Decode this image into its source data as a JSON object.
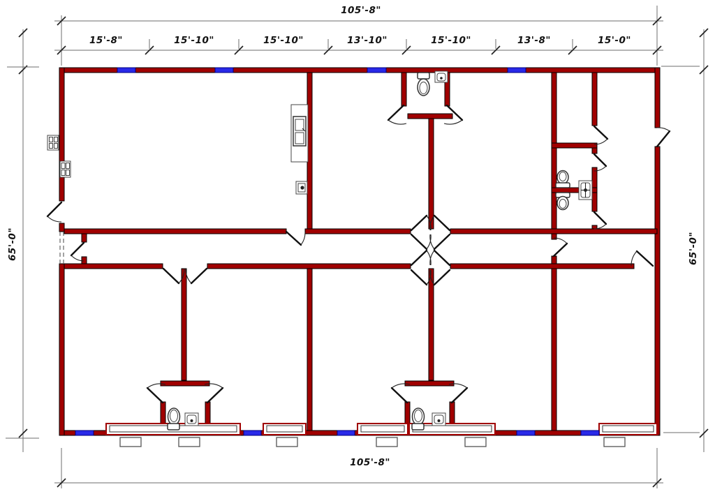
{
  "drawing": {
    "type": "architectural-floor-plan",
    "dimensions": {
      "top_overall": "105'-8\"",
      "top_segments": [
        "15'-8\"",
        "15'-10\"",
        "15'-10\"",
        "13'-10\"",
        "15'-10\"",
        "13'-8\"",
        "15'-0\""
      ],
      "left_height": "65'-0\"",
      "right_height": "65'-0\"",
      "bottom_overall": "105'-8\""
    },
    "colors": {
      "background": "#ffffff",
      "wall": "#a00000",
      "wall_outline": "#000000",
      "window": "#2929e8",
      "window_outline": "#000080",
      "door_line": "#111111",
      "dim_line": "#6e6e6e",
      "dim_text": "#111111",
      "fixture_outline": "#333333"
    },
    "fixtures": [
      "toilet",
      "sink",
      "kitchen-counter",
      "electrical-panel",
      "landing",
      "steps",
      "window",
      "door-swing"
    ]
  }
}
